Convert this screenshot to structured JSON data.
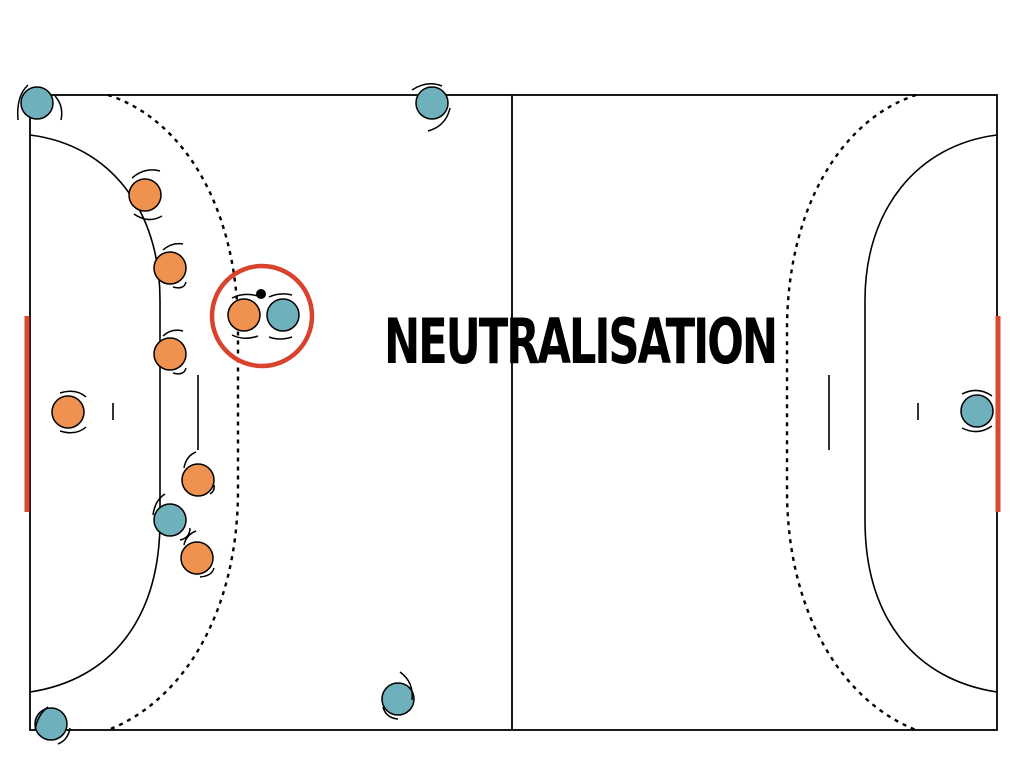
{
  "diagram": {
    "title": "NEUTRALISATION",
    "colors": {
      "line": "#000000",
      "goal": "#d9482f",
      "highlight": "#d9432d",
      "attacker": "#6fb0bd",
      "defender": "#f0924f",
      "ball": "#000000",
      "background": "#ffffff"
    },
    "attackers": [
      {
        "role": "left-wing-top"
      },
      {
        "role": "back-top"
      },
      {
        "role": "pivot-neutralised"
      },
      {
        "role": "pivot-low"
      },
      {
        "role": "back-bottom"
      },
      {
        "role": "wing-bottom"
      },
      {
        "role": "goalkeeper-right"
      }
    ],
    "defenders": [
      {
        "role": "defender-1"
      },
      {
        "role": "defender-2"
      },
      {
        "role": "defender-3"
      },
      {
        "role": "defender-neutralising"
      },
      {
        "role": "goalkeeper-left"
      },
      {
        "role": "defender-5"
      },
      {
        "role": "defender-6"
      }
    ],
    "highlight_icon": "red-circle",
    "ball_icon": "ball"
  }
}
